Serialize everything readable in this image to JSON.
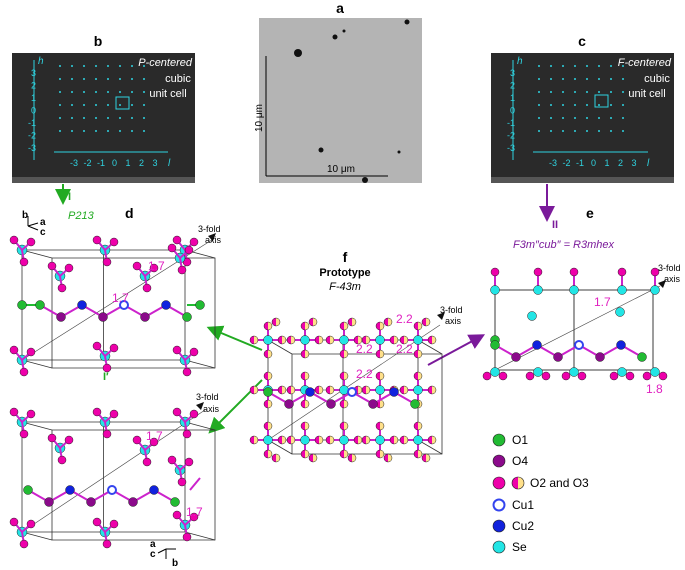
{
  "panels": {
    "a": {
      "letter": "a",
      "scale_x": "10 μm",
      "scale_y": "10 μm"
    },
    "b": {
      "letter": "b",
      "title_italic": "P-centered",
      "title_line2": "cubic",
      "title_line3": "unit cell",
      "axis_h": "h",
      "axis_l": "l",
      "h_ticks": [
        "3",
        "2",
        "1",
        "0",
        "-1",
        "-2",
        "-3"
      ],
      "l_ticks": [
        "-3",
        "-2",
        "-1",
        "0",
        "1",
        "2",
        "3"
      ]
    },
    "c": {
      "letter": "c",
      "title_italic": "F-centered",
      "title_line2": "cubic",
      "title_line3": "unit cell",
      "axis_h": "h",
      "axis_l": "l",
      "h_ticks": [
        "3",
        "2",
        "1",
        "0",
        "-1",
        "-2",
        "-3"
      ],
      "l_ticks": [
        "-3",
        "-2",
        "-1",
        "0",
        "1",
        "2",
        "3"
      ]
    },
    "d": {
      "letter": "d",
      "phase_I": "I",
      "space_group": "P213",
      "phase_I_prime": "I′",
      "axes_top": [
        "b",
        "a",
        "c"
      ],
      "axes_bottom": [
        "a",
        "c",
        "b"
      ],
      "threefold": "3-fold",
      "axis": "axis",
      "distances": [
        "1.7",
        "1.7",
        "1.7",
        "1.7"
      ]
    },
    "e": {
      "letter": "e",
      "phase": "II",
      "formula": "F3m″cub″ = R3mhex",
      "threefold": "3-fold",
      "axis": "axis",
      "distances": [
        "1.7",
        "1.8"
      ]
    },
    "f": {
      "letter": "f",
      "title": "Prototype",
      "subtitle": "F-43m",
      "threefold": "3-fold",
      "axis": "axis",
      "distances": [
        "2.2",
        "2.2",
        "2.2",
        "2.2"
      ]
    }
  },
  "legend": [
    {
      "label": "O1",
      "color": "#22bb33"
    },
    {
      "label": "O4",
      "color": "#8b0a8b"
    },
    {
      "label": "O2 and O3",
      "color": "#ee00aa"
    },
    {
      "label": "Cu1",
      "color": "#3344ee"
    },
    {
      "label": "Cu2",
      "color": "#1122dd"
    },
    {
      "label": "Se",
      "color": "#22e5e5"
    }
  ],
  "colors": {
    "green_arrow": "#22aa22",
    "purple_arrow": "#7a1a9a",
    "magenta_text": "#e020c0",
    "cyan_ui": "#2fd3e0"
  }
}
